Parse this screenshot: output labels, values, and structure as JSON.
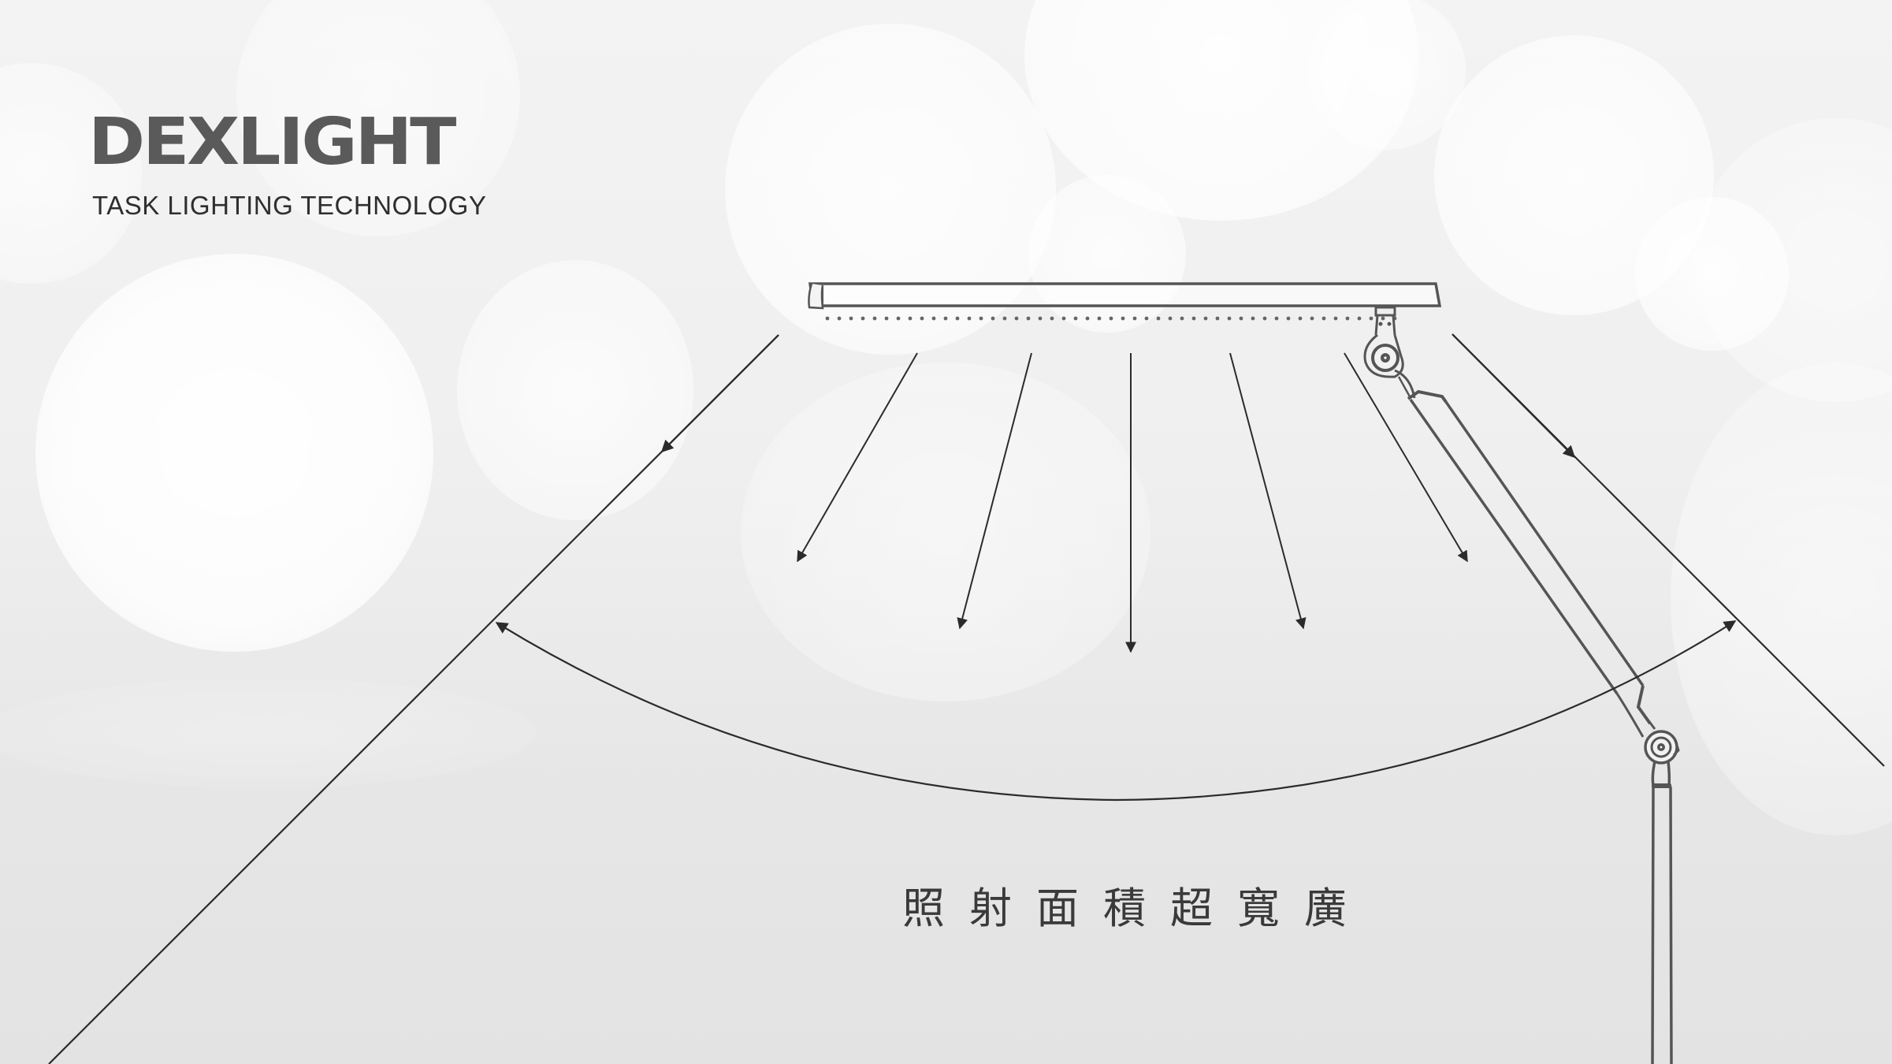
{
  "brand": {
    "name": "DEXLIGHT",
    "tagline": "TASK LIGHTING TECHNOLOGY"
  },
  "caption": "照射面積超寬廣",
  "colors": {
    "logo_text": "#5a5a5a",
    "logo_x_accent": "#3d3a3a",
    "line": "#2b2b2b",
    "lamp_outline": "#555555",
    "background": "#e9e9e9"
  },
  "illustration": {
    "subject": "desk lamp with LED bar",
    "light_rays": 5,
    "beam_boundaries": 2,
    "coverage_arc": true
  }
}
